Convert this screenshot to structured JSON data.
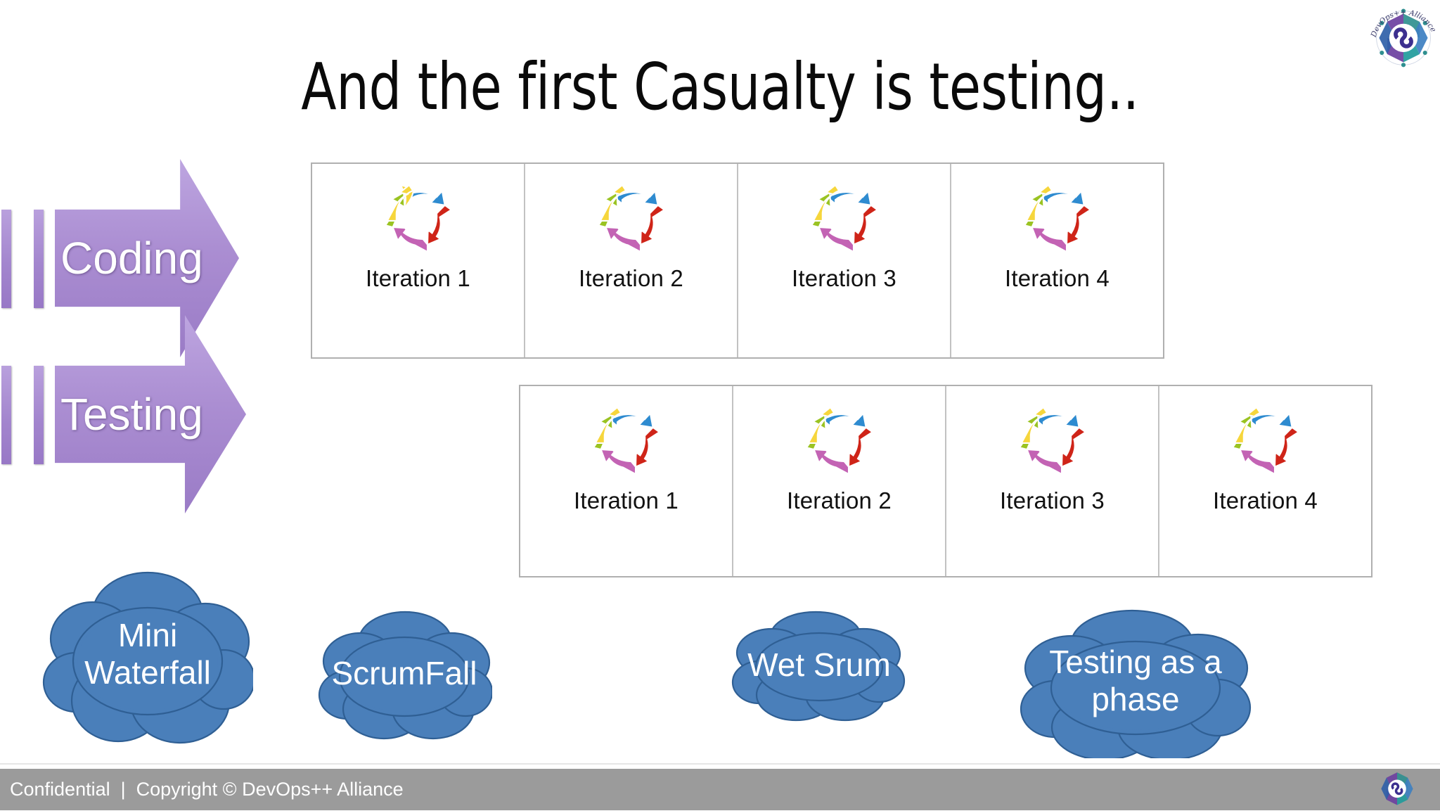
{
  "slide": {
    "title": "And the first Casualty is testing..",
    "background": "#ffffff"
  },
  "brand": {
    "name": "DevOps++ Alliance",
    "logo_icon": "devops-infinity-logo-icon",
    "colors": {
      "teal": "#179e9e",
      "purple": "#6b3fa0",
      "blue": "#2f5fa8"
    }
  },
  "arrows": [
    {
      "label": "Coding",
      "color": "#a98ad0",
      "icon": "right-arrow-banner-icon"
    },
    {
      "label": "Testing",
      "color": "#a98ad0",
      "icon": "right-arrow-banner-icon"
    }
  ],
  "strips": [
    {
      "name": "coding-iterations",
      "cells": [
        {
          "label": "Iteration 1",
          "icon": "cycle-arrows-icon"
        },
        {
          "label": "Iteration 2",
          "icon": "cycle-arrows-icon"
        },
        {
          "label": "Iteration 3",
          "icon": "cycle-arrows-icon"
        },
        {
          "label": "Iteration 4",
          "icon": "cycle-arrows-icon"
        }
      ]
    },
    {
      "name": "testing-iterations",
      "cells": [
        {
          "label": "Iteration 1",
          "icon": "cycle-arrows-icon"
        },
        {
          "label": "Iteration 2",
          "icon": "cycle-arrows-icon"
        },
        {
          "label": "Iteration 3",
          "icon": "cycle-arrows-icon"
        },
        {
          "label": "Iteration 4",
          "icon": "cycle-arrows-icon"
        }
      ]
    }
  ],
  "cycle_icon": {
    "segments": [
      {
        "name": "blue-arrow",
        "color": "#2e8bd0"
      },
      {
        "name": "red-arrow",
        "color": "#cf2418"
      },
      {
        "name": "magenta-arrow",
        "color": "#c363b4"
      },
      {
        "name": "green-arrow",
        "color": "#9ac322"
      },
      {
        "name": "yellow-arrow",
        "color": "#f6d63c"
      }
    ]
  },
  "clouds": [
    {
      "label": "Mini\nWaterfall",
      "fill": "#4a7fba",
      "stroke": "#2f5f94",
      "font_size": 46
    },
    {
      "label": "ScrumFall",
      "fill": "#4a7fba",
      "stroke": "#2f5f94",
      "font_size": 46
    },
    {
      "label": "Wet Srum",
      "fill": "#4a7fba",
      "stroke": "#2f5f94",
      "font_size": 46
    },
    {
      "label": "Testing as a\nphase",
      "fill": "#4a7fba",
      "stroke": "#2f5f94",
      "font_size": 46
    }
  ],
  "footer": {
    "text": "Confidential  |  Copyright © DevOps++ Alliance",
    "background": "#9b9b9b",
    "logo_icon": "devops-infinity-logo-icon"
  }
}
